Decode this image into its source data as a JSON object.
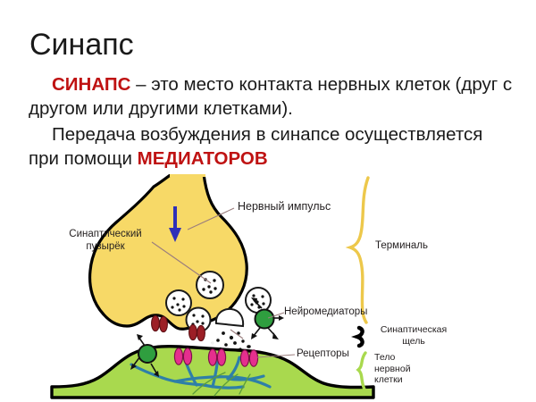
{
  "slide": {
    "title": "Синапс",
    "paragraph1_accent": "СИНАПС",
    "paragraph1_rest": " – это место контакта нервных клеток (друг с другом или другими клетками).",
    "paragraph2_start": "Передача возбуждения в синапсе осуществляется при помощи ",
    "paragraph2_accent": "МЕДИАТОРОВ",
    "accent_color": "#bf1212",
    "text_color": "#1a1a1a",
    "background_color": "#ffffff"
  },
  "diagram": {
    "name": "synapse-diagram",
    "colors": {
      "terminal_fill": "#f7d967",
      "terminal_stroke": "#000000",
      "cell_body_fill": "#a9d94e",
      "cell_body_stroke": "#000000",
      "vesicle_fill": "#ffffff",
      "vesicle_stroke": "#1a1a1a",
      "presynaptic_receptor": "#9c1f26",
      "postsynaptic_receptor": "#e52f8e",
      "neurotransmitter": "#2f9e3f",
      "impulse_arrow": "#2e30b8",
      "cytoskeleton": "#2e7fa8",
      "leader_line": "#9a7d7d",
      "brace_terminal": "#edc84b",
      "brace_cleft": "#000000",
      "brace_soma": "#a9d94e"
    },
    "labels": {
      "nerve_impulse": "Нервный импульс",
      "synaptic_vesicle": "Синаптический\nпузырёк",
      "neurotransmitters": "Нейромедиаторы",
      "receptors": "Рецепторы",
      "terminal": "Терминаль",
      "synaptic_cleft": "Синаптическая\nщель",
      "nerve_cell_body": "Тело\nнервной\nклетки"
    },
    "structures": {
      "vesicle_count": 4,
      "presynaptic_receptor_pairs": 2,
      "postsynaptic_receptor_pairs": 3,
      "neurotransmitter_spheres": 2,
      "impulse_direction": "down"
    }
  }
}
